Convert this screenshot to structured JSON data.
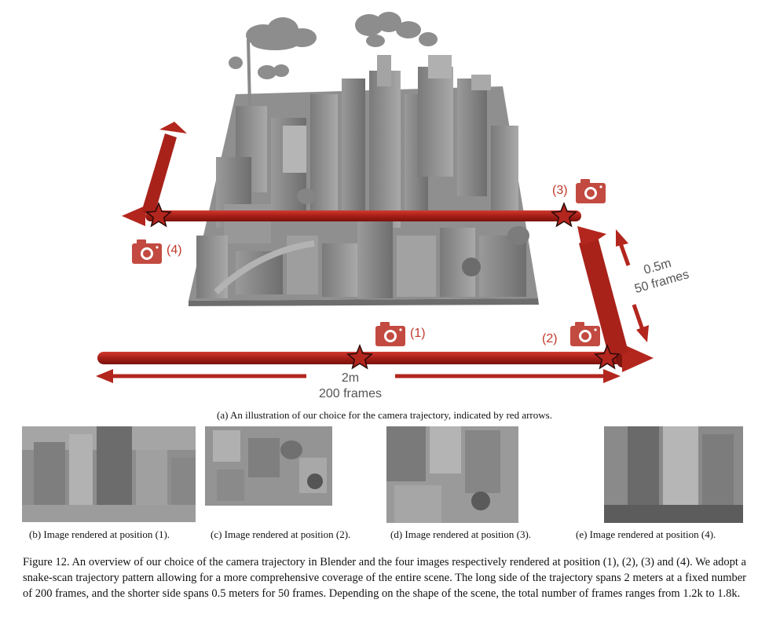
{
  "main_figure": {
    "markers": [
      {
        "id": "1",
        "label": "(1)"
      },
      {
        "id": "2",
        "label": "(2)"
      },
      {
        "id": "3",
        "label": "(3)"
      },
      {
        "id": "4",
        "label": "(4)"
      }
    ],
    "long_side": {
      "distance": "2m",
      "frames": "200 frames"
    },
    "short_side": {
      "distance": "0.5m",
      "frames": "50 frames"
    },
    "colors": {
      "trajectory": "#b3261e",
      "camera": "#c24a40",
      "scene": "#8c8c8c"
    }
  },
  "caption_a": "(a) An illustration of our choice for the camera trajectory, indicated by red arrows.",
  "subfigures": [
    {
      "caption": "(b) Image rendered at position (1)."
    },
    {
      "caption": "(c) Image rendered at position (2)."
    },
    {
      "caption": "(d) Image rendered at position (3)."
    },
    {
      "caption": "(e) Image rendered at position (4)."
    }
  ],
  "figure_caption": "Figure 12. An overview of our choice of the camera trajectory in Blender and the four images respectively rendered at position (1), (2), (3) and (4). We adopt a snake-scan trajectory pattern allowing for a more comprehensive coverage of the entire scene. The long side of the trajectory spans 2 meters at a fixed number of 200 frames, and the shorter side spans 0.5 meters for 50 frames. Depending on the shape of the scene, the total number of frames ranges from 1.2k to 1.8k."
}
